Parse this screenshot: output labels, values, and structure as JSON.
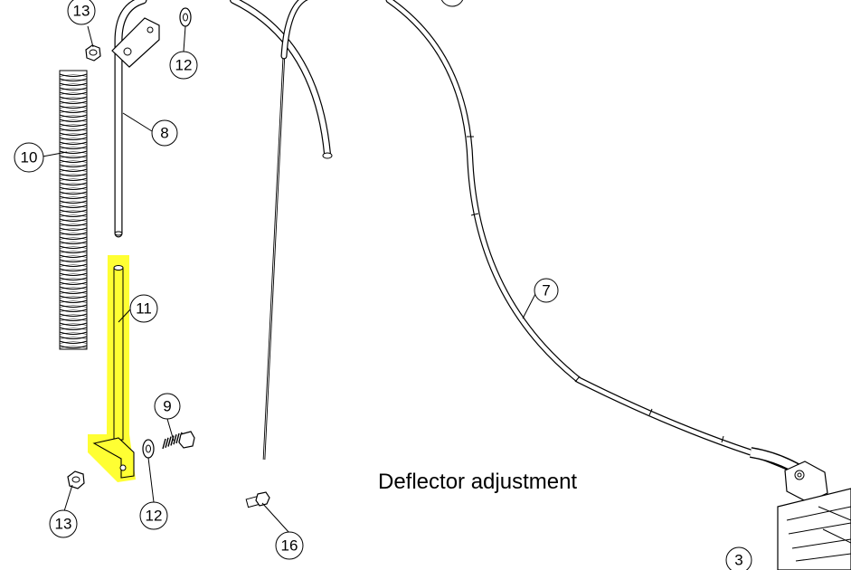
{
  "caption": "Deflector adjustment",
  "highlight_color": "#ffff33",
  "callouts": [
    {
      "id": "13a",
      "label": "13"
    },
    {
      "id": "12a",
      "label": "12"
    },
    {
      "id": "8",
      "label": "8"
    },
    {
      "id": "10",
      "label": "10"
    },
    {
      "id": "11",
      "label": "11"
    },
    {
      "id": "9",
      "label": "9"
    },
    {
      "id": "13b",
      "label": "13"
    },
    {
      "id": "12b",
      "label": "12"
    },
    {
      "id": "16",
      "label": "16"
    },
    {
      "id": "7",
      "label": "7"
    },
    {
      "id": "3",
      "label": "3"
    }
  ]
}
